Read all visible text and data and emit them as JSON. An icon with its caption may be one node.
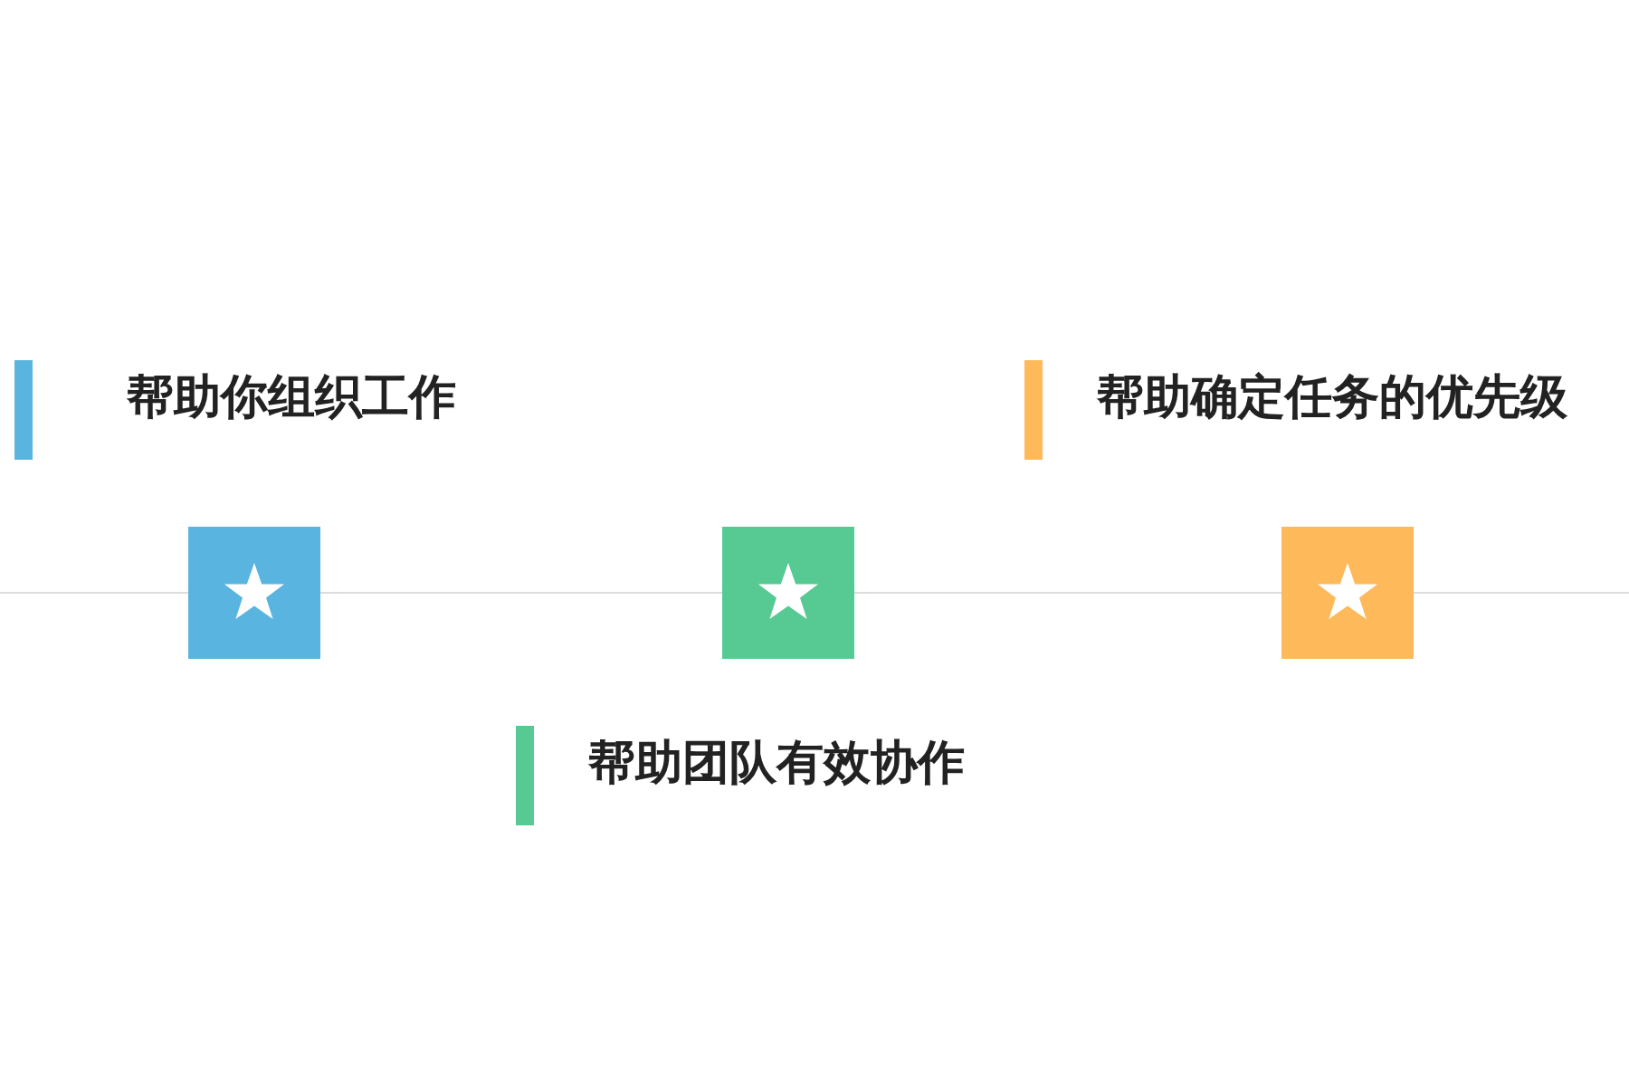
{
  "diagram": {
    "labels": [
      "帮助你组织工作",
      "帮助团队有效协作",
      "帮助确定任务的优先级"
    ]
  }
}
